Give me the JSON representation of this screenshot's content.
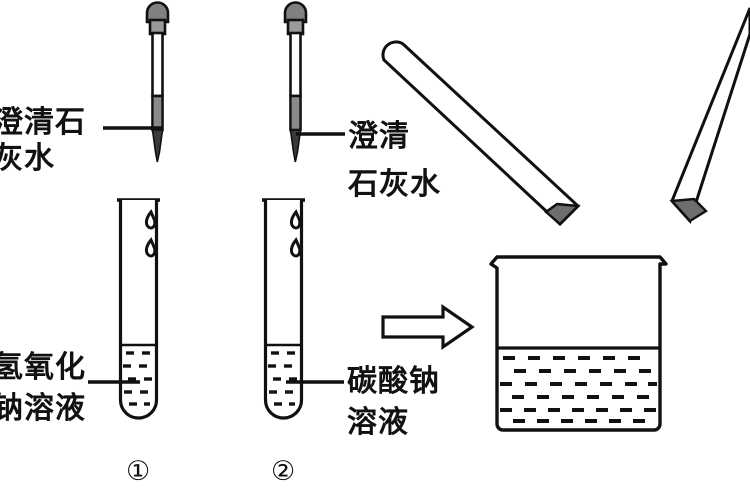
{
  "diagram": {
    "title": "Chemistry experiment illustration: dropping clear limewater into test tubes of sodium hydroxide solution and sodium carbonate solution, then pouring into a beaker",
    "background_color": "#ffffff",
    "line_color": "#111111",
    "fill_gray": "#808080",
    "fill_light": "#d8d8d8"
  },
  "labels": {
    "limewater_left_line1": "澄清石",
    "limewater_left_line2": "灰水",
    "limewater_mid_line1": "澄清",
    "limewater_mid_line2": "石灰水",
    "naoh_line1": "氢氧化",
    "naoh_line2": "钠溶液",
    "na2co3_line1": "碳酸钠",
    "na2co3_line2": "溶液"
  },
  "tube_numbers": {
    "first": "①",
    "second": "②"
  },
  "apparatus": [
    {
      "name": "dropper-1",
      "type": "dropper",
      "contains": "澄清石灰水",
      "bulb_color": "#808080"
    },
    {
      "name": "dropper-2",
      "type": "dropper",
      "contains": "澄清石灰水",
      "bulb_color": "#808080"
    },
    {
      "name": "test-tube-1",
      "type": "test-tube",
      "number": "①",
      "contains": "氢氧化钠溶液",
      "droplets": 2
    },
    {
      "name": "test-tube-2",
      "type": "test-tube",
      "number": "②",
      "contains": "碳酸钠溶液",
      "droplets": 2
    },
    {
      "name": "tilted-test-tube-left",
      "type": "tilted-test-tube"
    },
    {
      "name": "tilted-test-tube-right",
      "type": "tilted-test-tube"
    },
    {
      "name": "beaker",
      "type": "beaker",
      "fill_level_percent": 42
    },
    {
      "name": "process-arrow",
      "type": "arrow",
      "direction": "right"
    }
  ]
}
